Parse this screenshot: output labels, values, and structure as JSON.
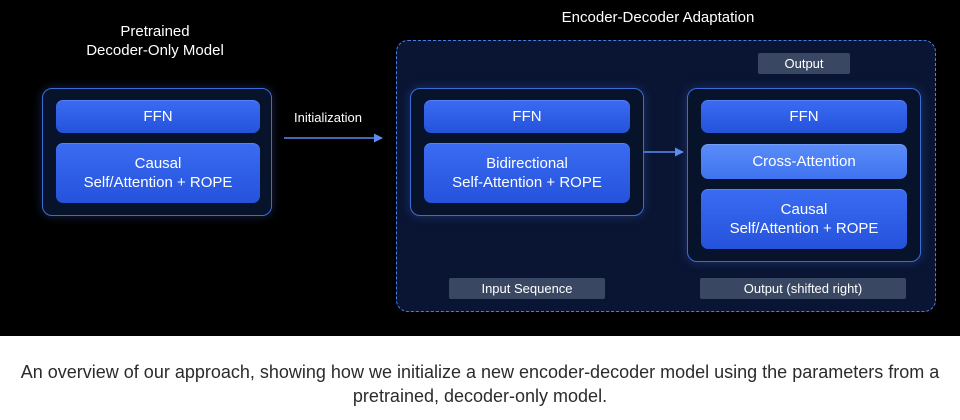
{
  "pretrained": {
    "title": "Pretrained\nDecoder-Only Model",
    "ffn": "FFN",
    "attention": "Causal\nSelf/Attention + ROPE"
  },
  "initialization_label": "Initialization",
  "adaptation": {
    "title": "Encoder-Decoder Adaptation",
    "encoder": {
      "ffn": "FFN",
      "attention": "Bidirectional\nSelf-Attention + ROPE"
    },
    "decoder": {
      "ffn": "FFN",
      "cross_attention": "Cross-Attention",
      "attention": "Causal\nSelf/Attention + ROPE"
    },
    "output_label": "Output",
    "input_label": "Input Sequence",
    "output_shifted_label": "Output (shifted right)"
  },
  "caption": "An overview of our approach, showing how we initialize a new encoder-decoder model using the parameters from a pretrained, decoder-only model.",
  "colors": {
    "block": "#2f5fe8",
    "cross_attention": "#4d80f4",
    "frame_border": "#3d6bd6",
    "tag_bg": "#3a4763"
  }
}
